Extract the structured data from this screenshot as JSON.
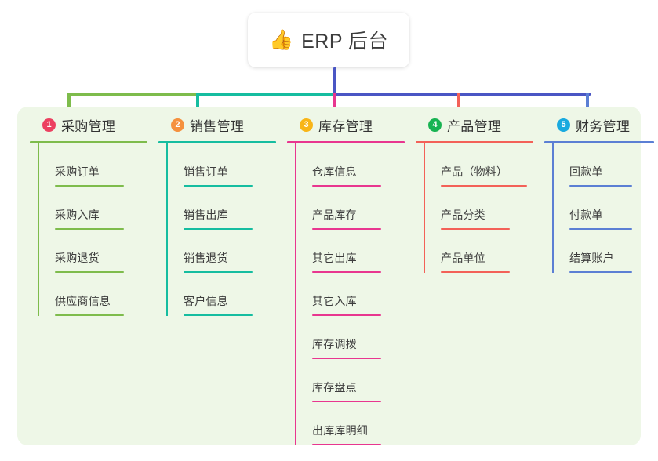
{
  "root": {
    "icon": "thumbs-up-icon",
    "icon_glyph": "👍",
    "title": "ERP 后台"
  },
  "palette": {
    "panel_bg": "#eef7e7",
    "page_bg": "#ffffff",
    "trunk_blue": "#4a56c4",
    "green": "#7ebc4c",
    "teal": "#16bda0",
    "pink": "#e8368f",
    "red": "#f36158",
    "blue": "#5b7fd4"
  },
  "connectors": {
    "trunk_color": "#4a56c4",
    "bar_segments": [
      {
        "name": "green-segment",
        "color": "#7ebc4c"
      },
      {
        "name": "teal-segment",
        "color": "#16bda0"
      },
      {
        "name": "blue-segment",
        "color": "#4a56c4"
      }
    ],
    "drops": [
      {
        "name": "drop-purchase",
        "color": "#7ebc4c"
      },
      {
        "name": "drop-sales",
        "color": "#16bda0"
      },
      {
        "name": "drop-inventory",
        "color": "#e8368f"
      },
      {
        "name": "drop-product",
        "color": "#f36158"
      },
      {
        "name": "drop-finance",
        "color": "#5b7fd4"
      }
    ]
  },
  "columns": [
    {
      "index": "1",
      "key": "purchase",
      "title": "采购管理",
      "badge_color": "#ec4060",
      "line_color": "#7ebc4c",
      "items": [
        "采购订单",
        "采购入库",
        "采购退货",
        "供应商信息"
      ]
    },
    {
      "index": "2",
      "key": "sales",
      "title": "销售管理",
      "badge_color": "#f5913e",
      "line_color": "#16bda0",
      "items": [
        "销售订单",
        "销售出库",
        "销售退货",
        "客户信息"
      ]
    },
    {
      "index": "3",
      "key": "inventory",
      "title": "库存管理",
      "badge_color": "#f8b517",
      "line_color": "#e8368f",
      "items": [
        "仓库信息",
        "产品库存",
        "其它出库",
        "其它入库",
        "库存调拨",
        "库存盘点",
        "出库库明细"
      ]
    },
    {
      "index": "4",
      "key": "product",
      "title": "产品管理",
      "badge_color": "#18b352",
      "line_color": "#f36158",
      "items": [
        "产品（物料）",
        "产品分类",
        "产品单位"
      ]
    },
    {
      "index": "5",
      "key": "finance",
      "title": "财务管理",
      "badge_color": "#19aadf",
      "line_color": "#5b7fd4",
      "items": [
        "回款单",
        "付款单",
        "结算账户"
      ]
    }
  ]
}
